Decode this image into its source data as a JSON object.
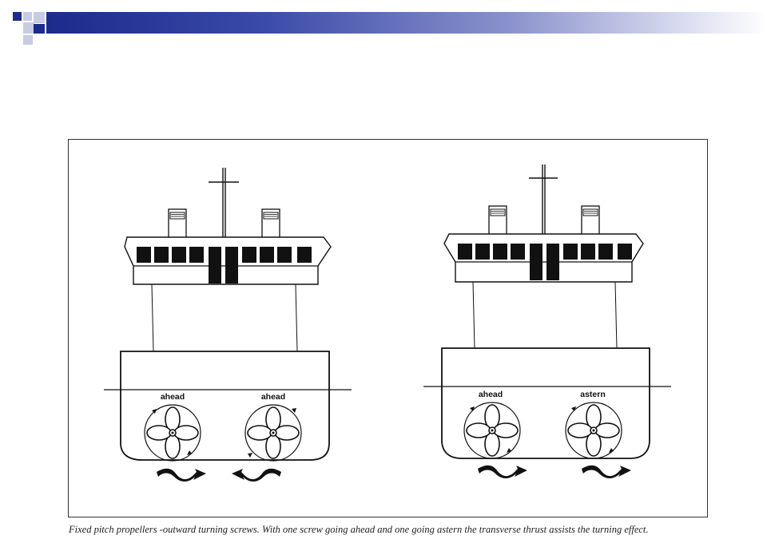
{
  "slide": {
    "accent_color": "#1c2a8c",
    "header_gradient_end": "#ffffff"
  },
  "figure": {
    "ships": [
      {
        "id": "left-ship",
        "propellers": [
          {
            "label": "ahead",
            "rotation": "outward"
          },
          {
            "label": "ahead",
            "rotation": "outward"
          }
        ],
        "thrust_arrows": [
          "right",
          "left"
        ]
      },
      {
        "id": "right-ship",
        "propellers": [
          {
            "label": "ahead",
            "rotation": "outward"
          },
          {
            "label": "astern",
            "rotation": "reversed"
          }
        ],
        "thrust_arrows": [
          "right",
          "right"
        ]
      }
    ]
  },
  "caption": {
    "text": "Fixed pitch propellers -outward turning screws. With one screw going ahead and one going astern the transverse thrust assists the turning effect."
  }
}
